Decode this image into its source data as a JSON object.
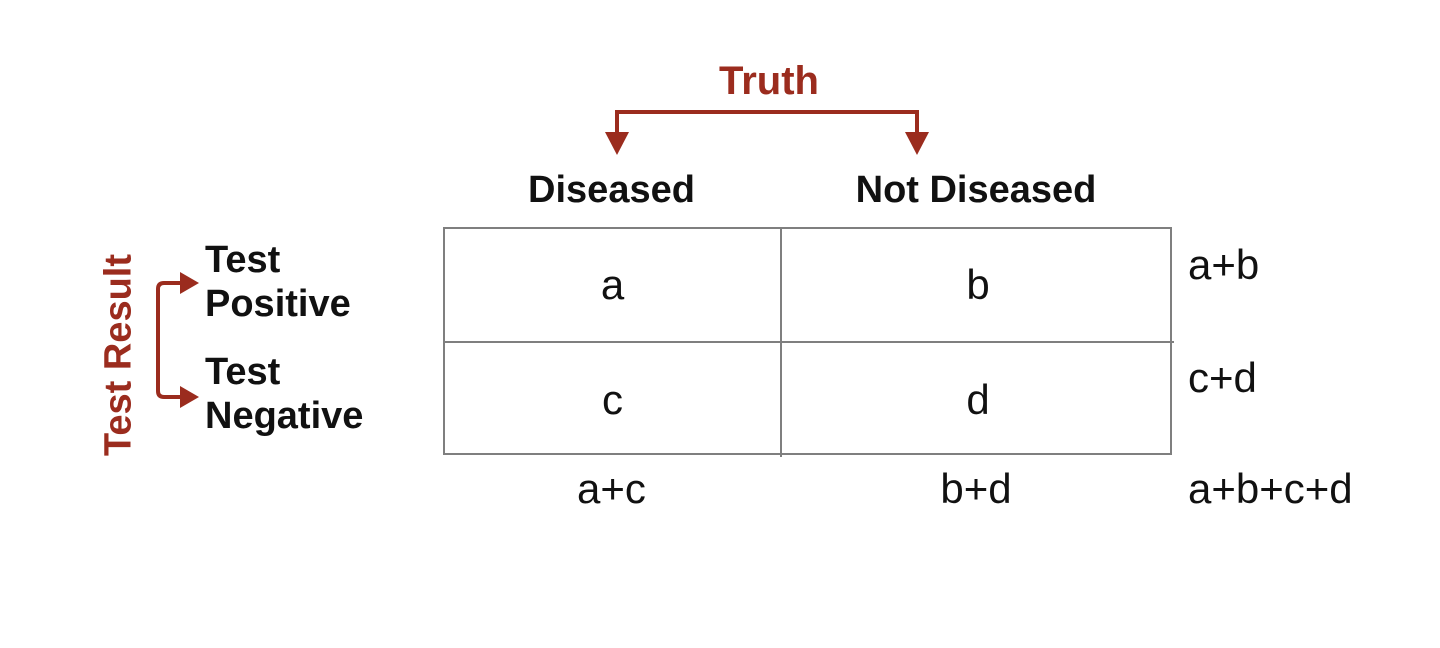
{
  "figure": {
    "truth_axis": {
      "label": "Truth"
    },
    "test_result_axis": {
      "label": "Test Result"
    },
    "column_headers": [
      "Diseased",
      "Not Diseased"
    ],
    "row_headers": [
      [
        "Test",
        "Positive"
      ],
      [
        "Test",
        "Negative"
      ]
    ],
    "cells": [
      [
        "a",
        "b"
      ],
      [
        "c",
        "d"
      ]
    ],
    "row_totals": [
      "a+b",
      "c+d"
    ],
    "column_totals": [
      "a+c",
      "b+d"
    ],
    "grand_total": "a+b+c+d",
    "colors": {
      "accent_red": "#9b2c1e",
      "text": "#111111",
      "table_border": "#7f7f7f",
      "background": "#ffffff"
    }
  }
}
